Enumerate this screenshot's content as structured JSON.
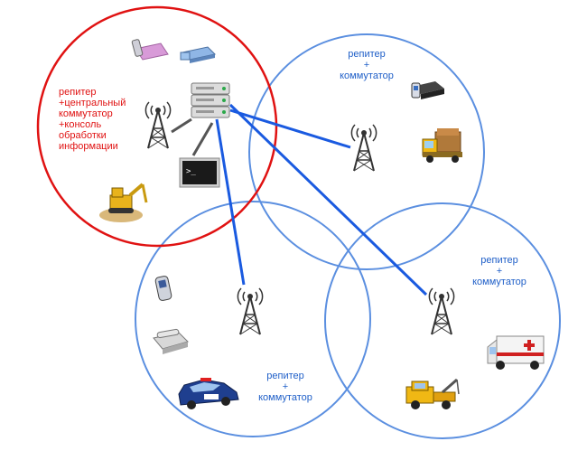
{
  "colors": {
    "central_circle": "#e01212",
    "zone_circle": "#5b8fe0",
    "link": "#1a5ae0",
    "local_link": "#555555",
    "zone_text": "#1f5fc8",
    "central_text": "#e01212"
  },
  "central_label": {
    "lines": [
      "репитер",
      "+центральный",
      "коммутатор",
      "+консоль",
      "обработки",
      "информации"
    ]
  },
  "zone_labels": [
    {
      "lines": [
        "репитер",
        "+",
        "коммутатор"
      ]
    },
    {
      "lines": [
        "репитер",
        "+",
        "коммутатор"
      ]
    },
    {
      "lines": [
        "репитер",
        "+",
        "коммутатор"
      ]
    }
  ],
  "icons": [
    "phone-cradle-icon",
    "modem-icon",
    "antenna-tower-icon",
    "server-rack-icon",
    "console-terminal-icon",
    "excavator-icon",
    "radio-device-icon",
    "dump-truck-icon",
    "mobile-phone-icon",
    "desk-phone-icon",
    "police-car-icon",
    "ambulance-icon",
    "tow-truck-icon"
  ]
}
